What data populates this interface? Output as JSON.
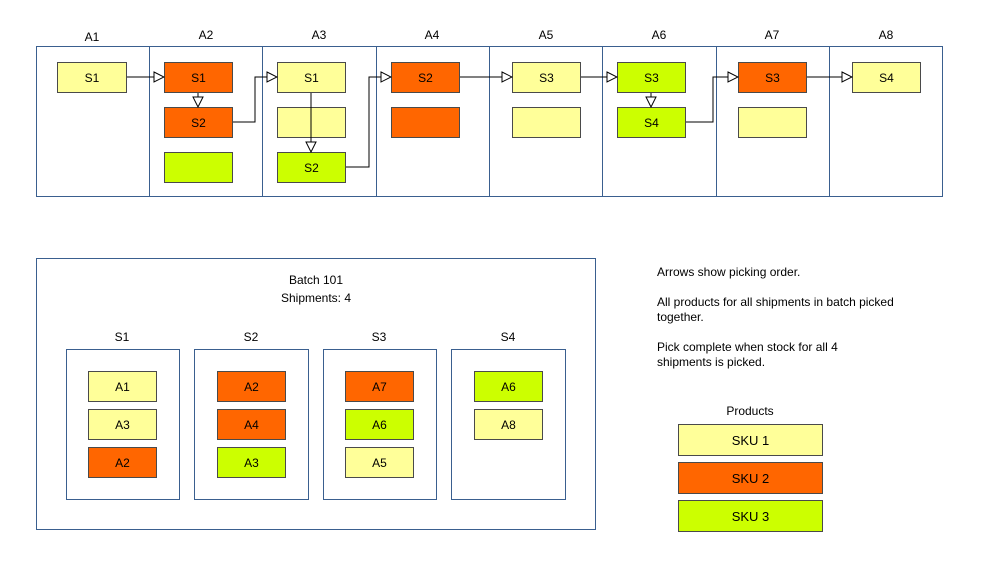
{
  "aisles": [
    "A1",
    "A2",
    "A3",
    "A4",
    "A5",
    "A6",
    "A7",
    "A8"
  ],
  "layout_boxes": [
    {
      "id": "a1-1",
      "text": "S1",
      "sku": 1
    },
    {
      "id": "a2-1",
      "text": "S1",
      "sku": 2
    },
    {
      "id": "a2-2",
      "text": "S2",
      "sku": 2
    },
    {
      "id": "a2-3",
      "text": "",
      "sku": 3
    },
    {
      "id": "a3-1",
      "text": "S1",
      "sku": 1
    },
    {
      "id": "a3-2",
      "text": "",
      "sku": 1
    },
    {
      "id": "a3-3",
      "text": "S2",
      "sku": 3
    },
    {
      "id": "a4-1",
      "text": "S2",
      "sku": 2
    },
    {
      "id": "a4-2",
      "text": "",
      "sku": 2
    },
    {
      "id": "a5-1",
      "text": "S3",
      "sku": 1
    },
    {
      "id": "a5-2",
      "text": "",
      "sku": 1
    },
    {
      "id": "a6-1",
      "text": "S3",
      "sku": 3
    },
    {
      "id": "a6-2",
      "text": "S4",
      "sku": 3
    },
    {
      "id": "a7-1",
      "text": "S3",
      "sku": 2
    },
    {
      "id": "a7-2",
      "text": "",
      "sku": 1
    },
    {
      "id": "a8-1",
      "text": "S4",
      "sku": 1
    }
  ],
  "batch": {
    "title": "Batch 101",
    "shipments_line": "Shipments: 4",
    "shipments": [
      {
        "label": "S1",
        "items": [
          {
            "text": "A1",
            "sku": 1
          },
          {
            "text": "A3",
            "sku": 1
          },
          {
            "text": "A2",
            "sku": 2
          }
        ]
      },
      {
        "label": "S2",
        "items": [
          {
            "text": "A2",
            "sku": 2
          },
          {
            "text": "A4",
            "sku": 2
          },
          {
            "text": "A3",
            "sku": 3
          }
        ]
      },
      {
        "label": "S3",
        "items": [
          {
            "text": "A7",
            "sku": 2
          },
          {
            "text": "A6",
            "sku": 3
          },
          {
            "text": "A5",
            "sku": 1
          }
        ]
      },
      {
        "label": "S4",
        "items": [
          {
            "text": "A6",
            "sku": 3
          },
          {
            "text": "A8",
            "sku": 1
          }
        ]
      }
    ]
  },
  "notes": [
    "Arrows show picking order.",
    "All products for all shipments in batch picked together.",
    "Pick complete when stock for all 4 shipments is picked."
  ],
  "legend": {
    "title": "Products",
    "items": [
      {
        "label": "SKU 1",
        "sku": 1
      },
      {
        "label": "SKU 2",
        "sku": 2
      },
      {
        "label": "SKU 3",
        "sku": 3
      }
    ]
  },
  "colors": {
    "sku1": "#ffff99",
    "sku2": "#ff6600",
    "sku3": "#ccff00",
    "frame": "#3a5f8f"
  }
}
